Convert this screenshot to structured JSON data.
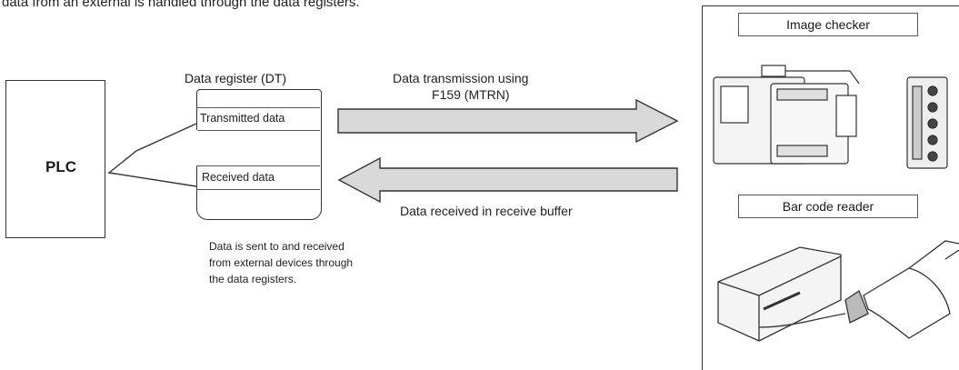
{
  "header": {
    "intro_text": "data from an external is handled through the data registers."
  },
  "plc": {
    "label": "PLC"
  },
  "data_register": {
    "title": "Data register (DT)",
    "rows": [
      "Transmitted data",
      "Received data"
    ]
  },
  "transmit_arrow": {
    "label_line1": "Data transmission using",
    "label_line2": "F159 (MTRN)"
  },
  "receive_arrow": {
    "label": "Data received in receive buffer"
  },
  "note": {
    "lines": [
      "Data is sent to and received",
      "from external devices through",
      "the data registers."
    ]
  },
  "devices": {
    "image_checker": "Image checker",
    "barcode_reader": "Bar code reader"
  }
}
